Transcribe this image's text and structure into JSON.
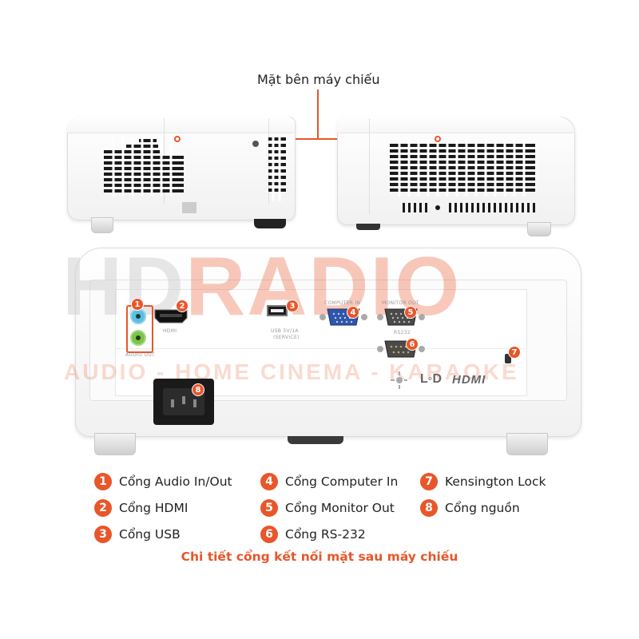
{
  "callout": {
    "title": "Mặt bên máy chiếu"
  },
  "watermark": {
    "brand_hd": "HD",
    "brand_radio": "RADIO",
    "tagline": "AUDIO - HOME CINEMA - KARAOKE"
  },
  "rear_panel": {
    "audio_out_label": "AUDIO OUT",
    "hdmi_label": "HDMI",
    "usb_label_1": "USB 5V/1A",
    "usb_label_2": "(SERVICE)",
    "computer_in_label": "COMPUTER IN",
    "monitor_out_label": "MONITOR OUT",
    "rs232_label": "RS232",
    "led_logo": "L◦D",
    "hdmi_logo": "HDMI"
  },
  "badges": [
    "1",
    "2",
    "3",
    "4",
    "5",
    "6",
    "7",
    "8"
  ],
  "legend": [
    {
      "num": "1",
      "text": "Cổng Audio In/Out"
    },
    {
      "num": "2",
      "text": "Cổng HDMI"
    },
    {
      "num": "3",
      "text": "Cổng USB"
    },
    {
      "num": "4",
      "text": "Cổng Computer In"
    },
    {
      "num": "5",
      "text": "Cổng Monitor Out"
    },
    {
      "num": "6",
      "text": "Cổng RS-232"
    },
    {
      "num": "7",
      "text": "Kensington Lock"
    },
    {
      "num": "8",
      "text": "Cổng nguồn"
    }
  ],
  "caption": "Chi tiết cổng kết nối mặt sau máy chiếu",
  "colors": {
    "accent": "#e8562a",
    "port_blue": "#2f56a8",
    "audio_cyan": "#5bc0de",
    "audio_green": "#7cc44a"
  }
}
